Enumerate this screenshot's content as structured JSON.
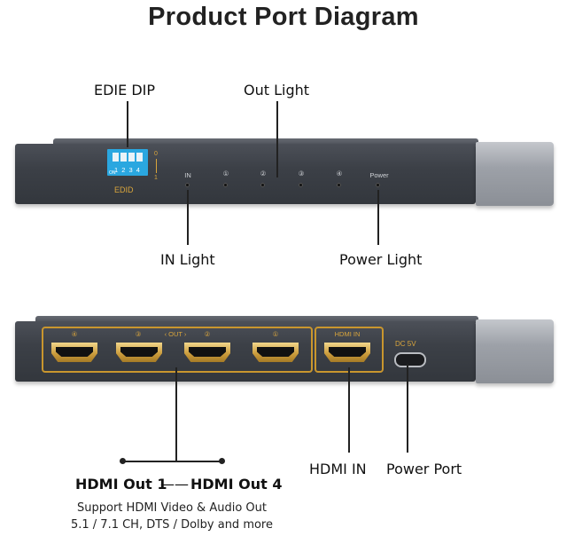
{
  "title": "Product Port Diagram",
  "front": {
    "callouts": {
      "edid_dip": "EDIE DIP",
      "out_light": "Out Light",
      "in_light": "IN Light",
      "power_light": "Power Light"
    },
    "dip": {
      "numbers": "1 2 3 4",
      "on": "ON",
      "edid": "EDID",
      "mark_top": "0",
      "mark_bottom": "1"
    },
    "indicators": {
      "in": "IN",
      "o1": "①",
      "o2": "②",
      "o3": "③",
      "o4": "④",
      "power": "Power"
    }
  },
  "back": {
    "ports": {
      "p4": "④",
      "p3": "③",
      "out": "‹ OUT ›",
      "p2": "②",
      "p1": "①",
      "hdmi_in": "HDMI IN",
      "dc": "DC 5V"
    },
    "callouts": {
      "hdmi_out_1": "HDMI Out 1",
      "dash": "——",
      "hdmi_out_4": "HDMI Out 4",
      "hdmi_in": "HDMI IN",
      "power_port": "Power Port"
    },
    "description": [
      "Support HDMI Video & Audio Out",
      "5.1 / 7.1 CH, DTS / Dolby and more"
    ]
  },
  "colors": {
    "accent_gold": "#c9962e",
    "dip_blue": "#2aa7e0",
    "device_body": "#3c4047"
  }
}
